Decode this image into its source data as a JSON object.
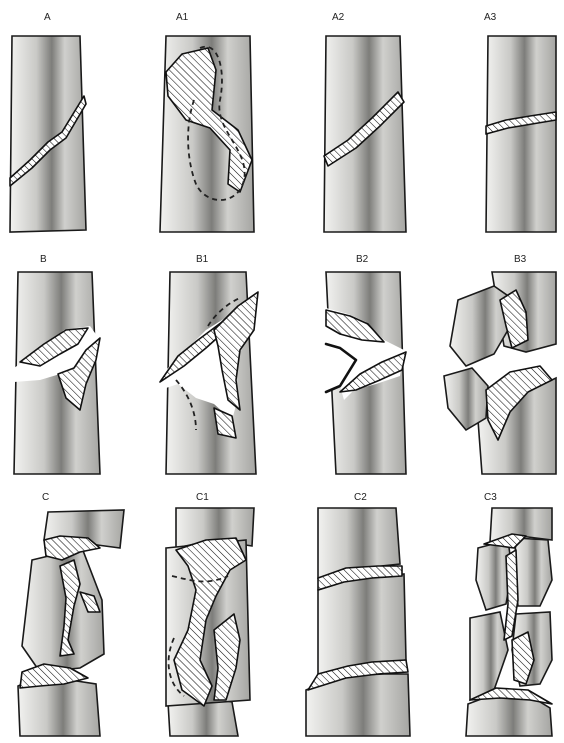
{
  "figure": {
    "panels": [
      {
        "id": "A",
        "label": "A"
      },
      {
        "id": "A1",
        "label": "A1"
      },
      {
        "id": "A2",
        "label": "A2"
      },
      {
        "id": "A3",
        "label": "A3"
      },
      {
        "id": "B",
        "label": "B"
      },
      {
        "id": "B1",
        "label": "B1"
      },
      {
        "id": "B2",
        "label": "B2"
      },
      {
        "id": "B3",
        "label": "B3"
      },
      {
        "id": "C",
        "label": "C"
      },
      {
        "id": "C1",
        "label": "C1"
      },
      {
        "id": "C2",
        "label": "C2"
      },
      {
        "id": "C3",
        "label": "C3"
      }
    ]
  },
  "colors": {
    "bone_light": "#e8e8e6",
    "bone_dark": "#8a8a88",
    "outline": "#111111",
    "background": "#ffffff"
  }
}
